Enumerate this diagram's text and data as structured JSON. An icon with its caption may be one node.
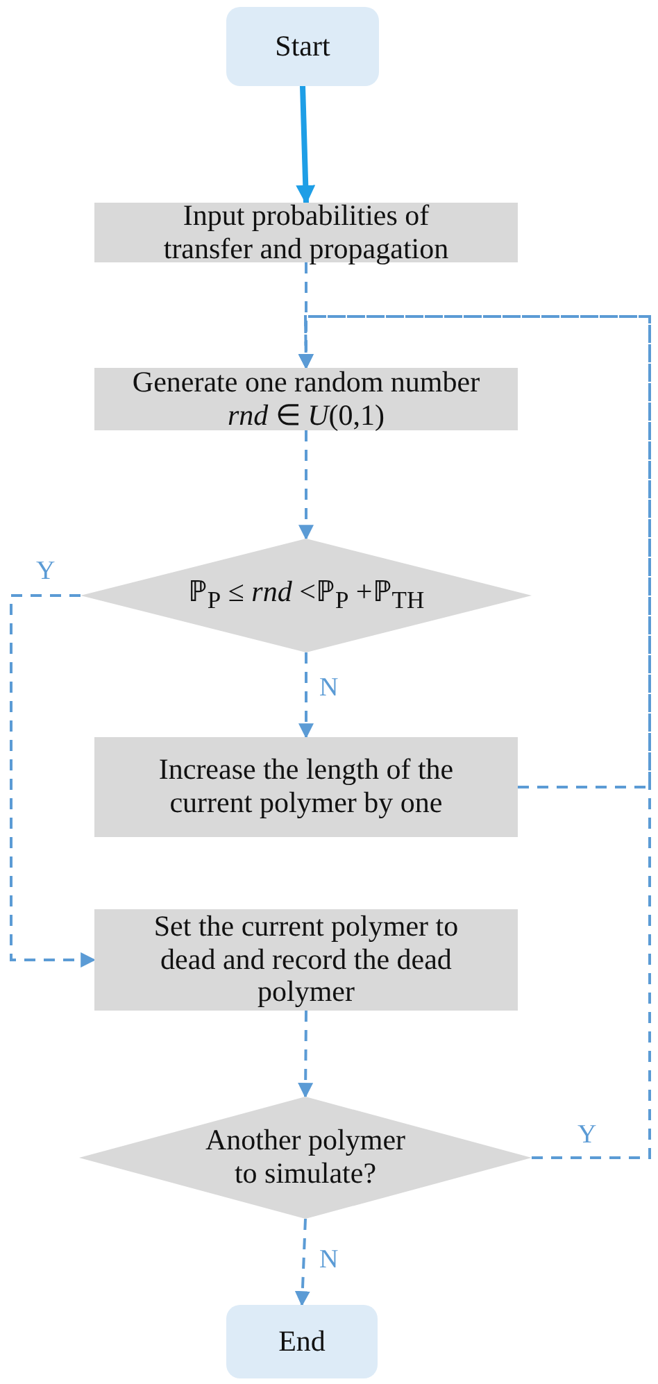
{
  "diagram": {
    "nodes": [
      {
        "text": [
          "Start"
        ]
      },
      {
        "text": [
          "Input probabilities of transfer and propagation"
        ]
      },
      {
        "text": [
          "Generate one random number *rnd* ∈ *U*(0,1)"
        ]
      },
      {
        "text": [
          "ℙ$_{P}$ ≤ *rnd* <ℙ$_{P}$ +ℙ$_{TH}$"
        ]
      },
      {
        "text": [
          "Increase the length of the current polymer by one"
        ]
      },
      {
        "text": [
          "Set the current polymer to dead and record the dead polymer"
        ]
      },
      {
        "text": [
          "Another polymer to simulate?"
        ]
      },
      {
        "text": [
          "End"
        ]
      }
    ],
    "edges": [
      {
        "from": 0,
        "to": 1,
        "arrow": "to",
        "style": "thick",
        "color": "#1e9ee6"
      },
      {
        "from": 1,
        "to": 2,
        "arrow": "to",
        "style": "dashed"
      },
      {
        "from": 2,
        "to": 3,
        "arrow": "to",
        "style": "dashed"
      },
      {
        "from": 3,
        "to": 4,
        "arrow": "to",
        "style": "dashed",
        "label": "N"
      },
      {
        "from": 3,
        "to": 5,
        "arrow": "to",
        "style": "dashed",
        "label": "Y"
      },
      {
        "from": 5,
        "to": 6,
        "arrow": "to",
        "style": "dashed"
      },
      {
        "from": 6,
        "to": 7,
        "arrow": "to",
        "style": "dashed",
        "label": "N"
      },
      {
        "from": 6,
        "to": 2,
        "arrow": "to",
        "style": "dashed",
        "label": "Y"
      },
      {
        "from": 4,
        "to": 2,
        "arrow": "to",
        "style": "dashed"
      }
    ]
  }
}
